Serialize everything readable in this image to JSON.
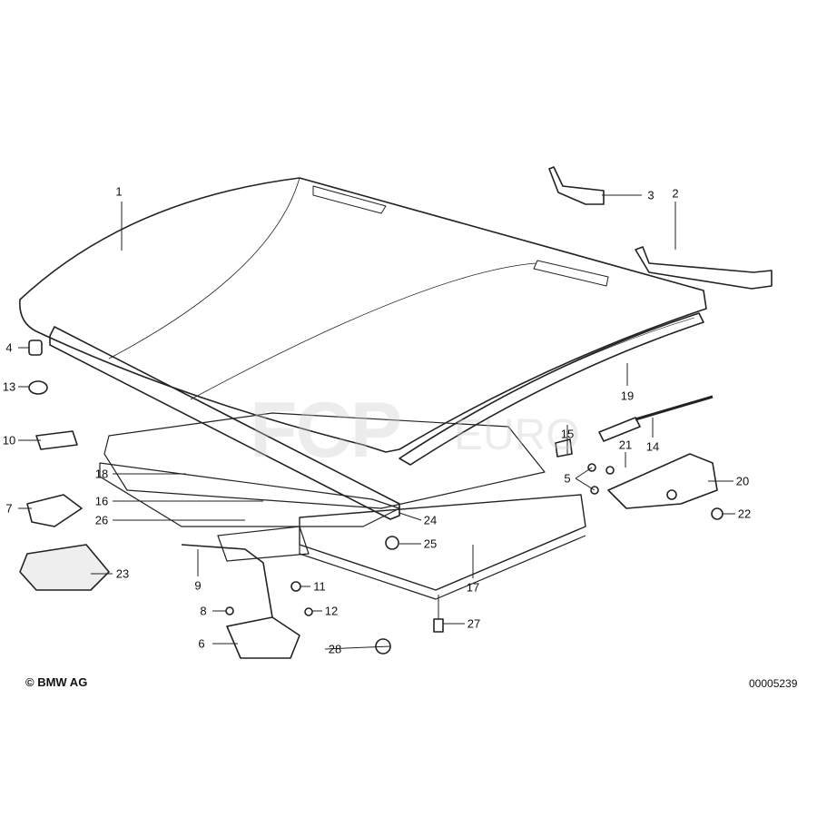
{
  "diagram": {
    "callouts": [
      "1",
      "2",
      "3",
      "4",
      "13",
      "19",
      "10",
      "15",
      "21",
      "14",
      "18",
      "5",
      "20",
      "16",
      "7",
      "22",
      "26",
      "24",
      "25",
      "23",
      "9",
      "11",
      "17",
      "8",
      "12",
      "27",
      "6",
      "28"
    ]
  },
  "footer": {
    "copyright": "© BMW AG",
    "diagram_number": "00005239"
  },
  "watermark": {
    "brand": "FCP",
    "suffix": "EURO"
  }
}
